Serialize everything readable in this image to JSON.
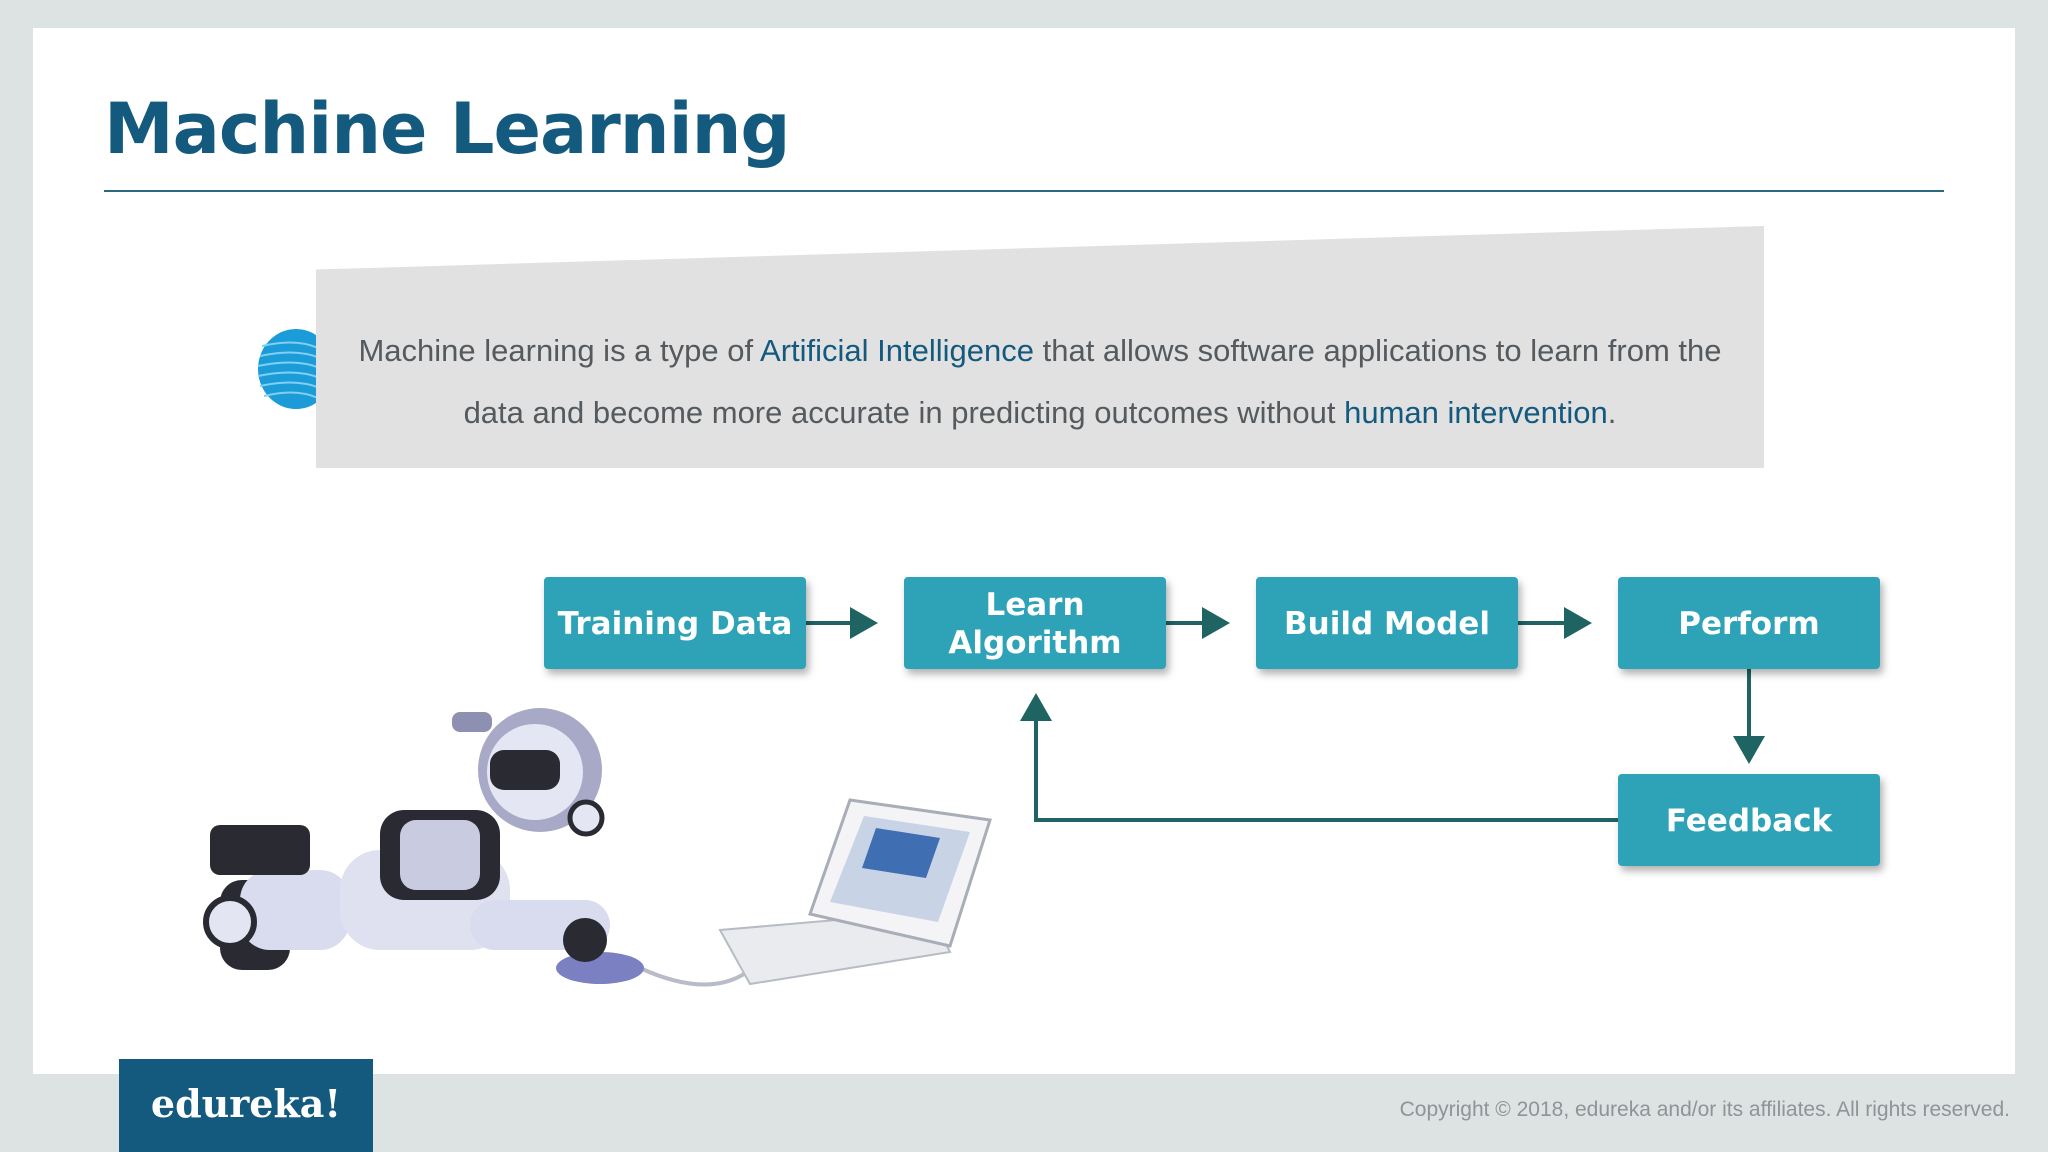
{
  "slide": {
    "title": "Machine Learning",
    "definition": {
      "part1": "Machine learning is a type of ",
      "highlight1": "Artificial Intelligence",
      "part2": " that allows software applications to learn from the data and become more accurate in predicting outcomes without ",
      "highlight2": "human intervention",
      "part3": "."
    }
  },
  "flow": {
    "nodes": [
      {
        "id": "training",
        "lines": [
          "Training Data"
        ]
      },
      {
        "id": "learn",
        "lines": [
          "Learn",
          "Algorithm"
        ]
      },
      {
        "id": "build",
        "lines": [
          "Build Model"
        ]
      },
      {
        "id": "perform",
        "lines": [
          "Perform"
        ]
      },
      {
        "id": "feedback",
        "lines": [
          "Feedback"
        ]
      }
    ],
    "edges": [
      [
        "training",
        "learn"
      ],
      [
        "learn",
        "build"
      ],
      [
        "build",
        "perform"
      ],
      [
        "perform",
        "feedback"
      ],
      [
        "feedback",
        "learn"
      ]
    ]
  },
  "footer": {
    "logo": "edureka!",
    "copyright": "Copyright © 2018, edureka and/or its affiliates. All rights reserved."
  },
  "colors": {
    "title": "#145a7e",
    "node": "#2fa3b7",
    "arrow": "#1f6363",
    "highlight": "#145a7e"
  }
}
